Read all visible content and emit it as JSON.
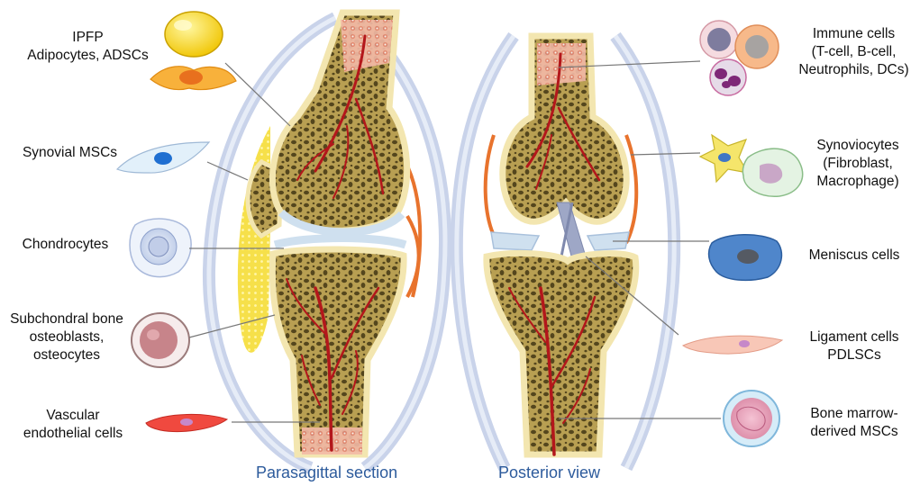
{
  "captions": {
    "left": "Parasagittal section",
    "right": "Posterior view"
  },
  "labels": {
    "ipfp": "IPFP\nAdipocytes, ADSCs",
    "synovial_mscs": "Synovial MSCs",
    "chondrocytes": "Chondrocytes",
    "subchondral": "Subchondral bone\nosteoblasts,\nosteocytes",
    "vascular": "Vascular\nendothelial cells",
    "immune": "Immune cells\n(T-cell, B-cell,\nNeutrophils, DCs)",
    "synoviocytes": "Synoviocytes\n(Fibroblast,\nMacrophage)",
    "meniscus": "Meniscus cells",
    "ligament": "Ligament cells\nPDLSCs",
    "bone_marrow": "Bone marrow-\nderived MSCs"
  },
  "colors": {
    "bone": "#f3e6b0",
    "trabecular": "#6b5a2a",
    "vessel": "#b3171b",
    "cartilage": "#cfe0ef",
    "synovium": "#e8732d",
    "fat_pad": "#f8e458",
    "capsule": "#c9d3ea",
    "caption": "#2d5b9c"
  }
}
